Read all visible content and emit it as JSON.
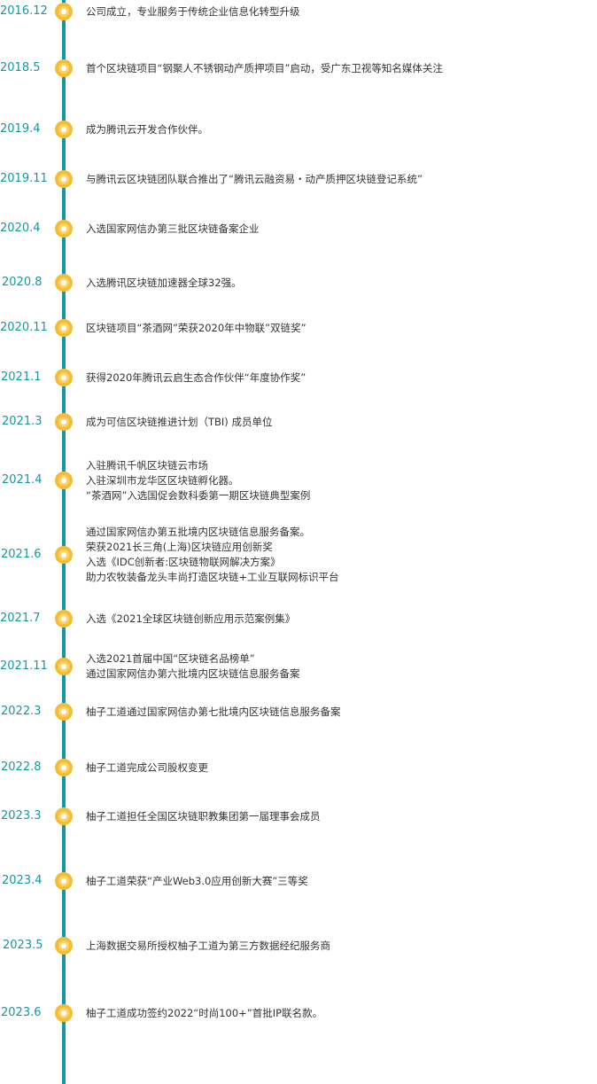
{
  "timeline": {
    "accent_color": "#1597a4",
    "dot_color": "#f5bd35",
    "events": [
      {
        "date": "2016.12",
        "lines": [
          "公司成立，专业服务于传统企业信息化转型升级"
        ]
      },
      {
        "date": "2018.5",
        "lines": [
          "首个区块链项目“钢聚人不锈钢动产质押项目”启动，受广东卫视等知名媒体关注"
        ]
      },
      {
        "date": "2019.4",
        "lines": [
          "成为腾讯云开发合作伙伴。"
        ]
      },
      {
        "date": "2019.11",
        "lines": [
          "与腾讯云区块链团队联合推出了“腾讯云融资易・动产质押区块链登记系统”"
        ]
      },
      {
        "date": "2020.4",
        "lines": [
          "入选国家网信办第三批区块链备案企业"
        ]
      },
      {
        "date": "2020.8",
        "lines": [
          "入选腾讯区块链加速器全球32强。"
        ]
      },
      {
        "date": "2020.11",
        "lines": [
          "区块链项目“茶酒网”荣获2020年中物联”双链奖”"
        ]
      },
      {
        "date": "2021.1",
        "lines": [
          "获得2020年腾讯云启生态合作伙伴“年度协作奖”"
        ]
      },
      {
        "date": "2021.3",
        "lines": [
          "成为可信区块链推进计划（TBI) 成员单位"
        ]
      },
      {
        "date": "2021.4",
        "lines": [
          "入驻腾讯千帆区块链云市场",
          "入驻深圳市龙华区区块链孵化器。",
          "“茶酒网”入选国促会数科委第一期区块链典型案例"
        ]
      },
      {
        "date": "2021.6",
        "lines": [
          "通过国家网信办第五批境内区块链信息服务备案。",
          "荣获2021长三角(上海)区块链应用创新奖",
          "入选《IDC创新者:区块链物联网解决方案》",
          "助力农牧装备龙头丰尚打造区块链+工业互联网标识平台"
        ]
      },
      {
        "date": "2021.7",
        "lines": [
          "入选《2021全球区块链创新应用示范案例集》"
        ]
      },
      {
        "date": "2021.11",
        "lines": [
          "入选2021首届中国“区块链名品榜单”",
          "通过国家网信办第六批境内区块链信息服务备案"
        ]
      },
      {
        "date": "2022.3",
        "lines": [
          "柚子工道通过国家网信办第七批境内区块链信息服务备案"
        ]
      },
      {
        "date": "2022.8",
        "lines": [
          "柚子工道完成公司股权变更"
        ]
      },
      {
        "date": "2023.3",
        "lines": [
          "柚子工道担任全国区块链职教集团第一届理事会成员"
        ]
      },
      {
        "date": "2023.4",
        "lines": [
          "柚子工道荣获“产业Web3.0应用创新大赛”三等奖"
        ]
      },
      {
        "date": "2023.5",
        "lines": [
          "上海数据交易所授权柚子工道为第三方数据经纪服务商"
        ]
      },
      {
        "date": "2023.6",
        "lines": [
          "柚子工道成功签约2022“时尚100+”首批IP联名款。"
        ]
      }
    ]
  }
}
